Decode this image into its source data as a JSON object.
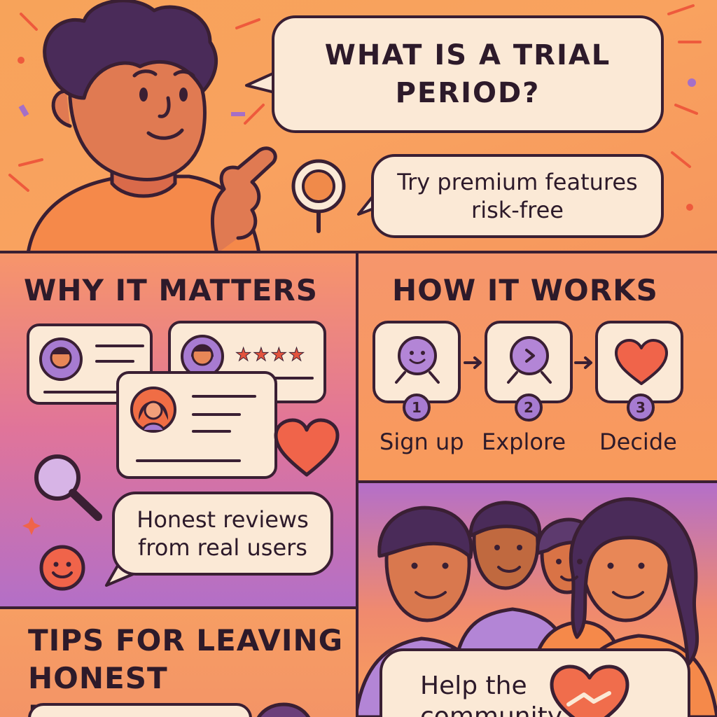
{
  "intro": {
    "question": "WHAT IS A TRIAL PERIOD?",
    "answer": "Try premium features risk-free"
  },
  "why": {
    "title": "WHY IT MATTERS",
    "review_stars": "★★★★",
    "caption": "Honest reviews from real users"
  },
  "how": {
    "title": "HOW IT WORKS",
    "steps": [
      {
        "number": "1",
        "label": "Sign up"
      },
      {
        "number": "2",
        "label": "Explore"
      },
      {
        "number": "3",
        "label": "Decide"
      }
    ]
  },
  "tips": {
    "title": "TIPS FOR LEAVING HONEST FEEDBACK"
  },
  "community": {
    "caption": "Help the community"
  },
  "colors": {
    "orange": "#f7a35a",
    "purple": "#a77bd1",
    "coral": "#f0644a",
    "cream": "#fbe9d6",
    "outline": "#3a1f33"
  }
}
